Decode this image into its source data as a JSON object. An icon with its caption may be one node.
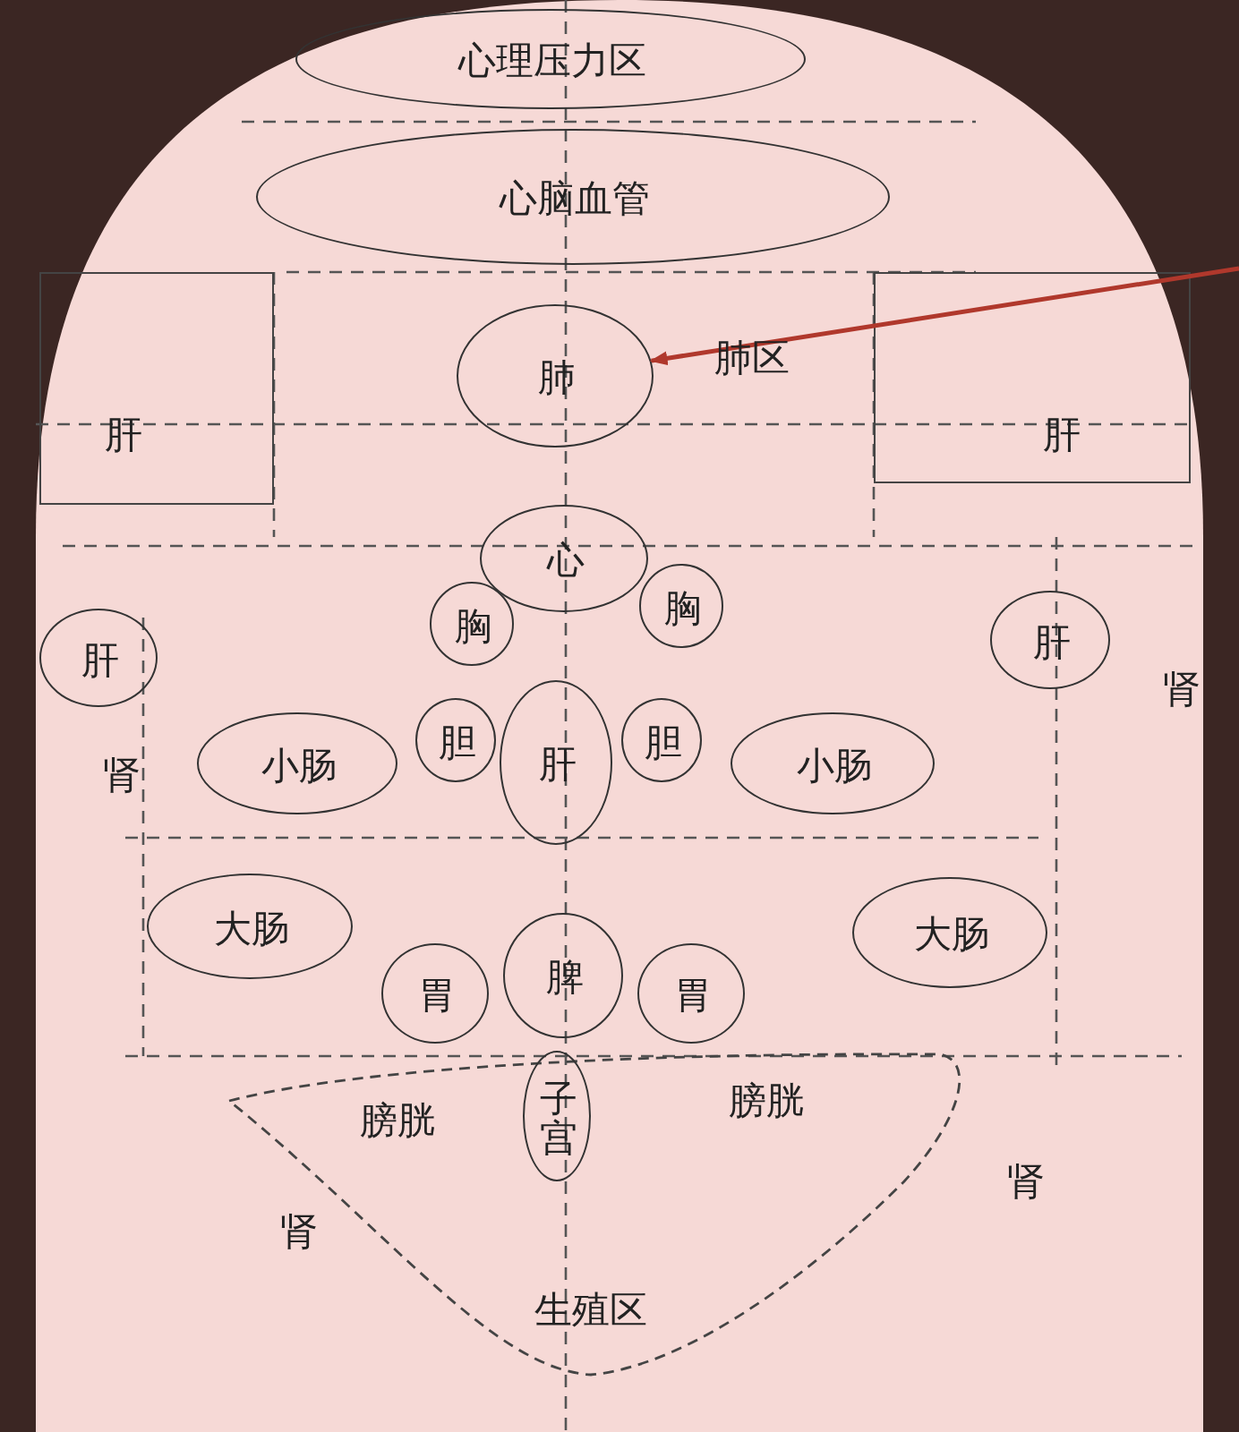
{
  "diagram": {
    "nodes": [
      {
        "text": [
          "心理压力区"
        ]
      },
      {
        "text": [
          "心脑血管"
        ]
      },
      {
        "text": [
          "肝"
        ]
      },
      {
        "text": [
          "肺"
        ]
      },
      {
        "text": [
          "肝"
        ]
      },
      {
        "text": [
          "心"
        ]
      },
      {
        "text": [
          "胸"
        ]
      },
      {
        "text": [
          "胸"
        ]
      },
      {
        "text": [
          "肝"
        ]
      },
      {
        "text": [
          "肝"
        ]
      },
      {
        "text": [
          "小肠"
        ]
      },
      {
        "text": [
          "胆"
        ]
      },
      {
        "text": [
          "肝"
        ]
      },
      {
        "text": [
          "胆"
        ]
      },
      {
        "text": [
          "小肠"
        ]
      },
      {
        "text": [
          "大肠"
        ]
      },
      {
        "text": [
          "脾"
        ]
      },
      {
        "text": [
          "胃"
        ]
      },
      {
        "text": [
          "胃"
        ]
      },
      {
        "text": [
          "大肠"
        ]
      },
      {
        "text": [
          "生殖区"
        ]
      },
      {
        "text": [
          "子宫"
        ],
        "in": 20
      }
    ],
    "edges": [
      {
        "from": null,
        "to": 3,
        "arrow": "to",
        "color": "#b0382c"
      }
    ],
    "labels": [
      "肺区",
      "肾",
      "肾",
      "膀胱",
      "膀胱",
      "肾",
      "肾"
    ]
  }
}
